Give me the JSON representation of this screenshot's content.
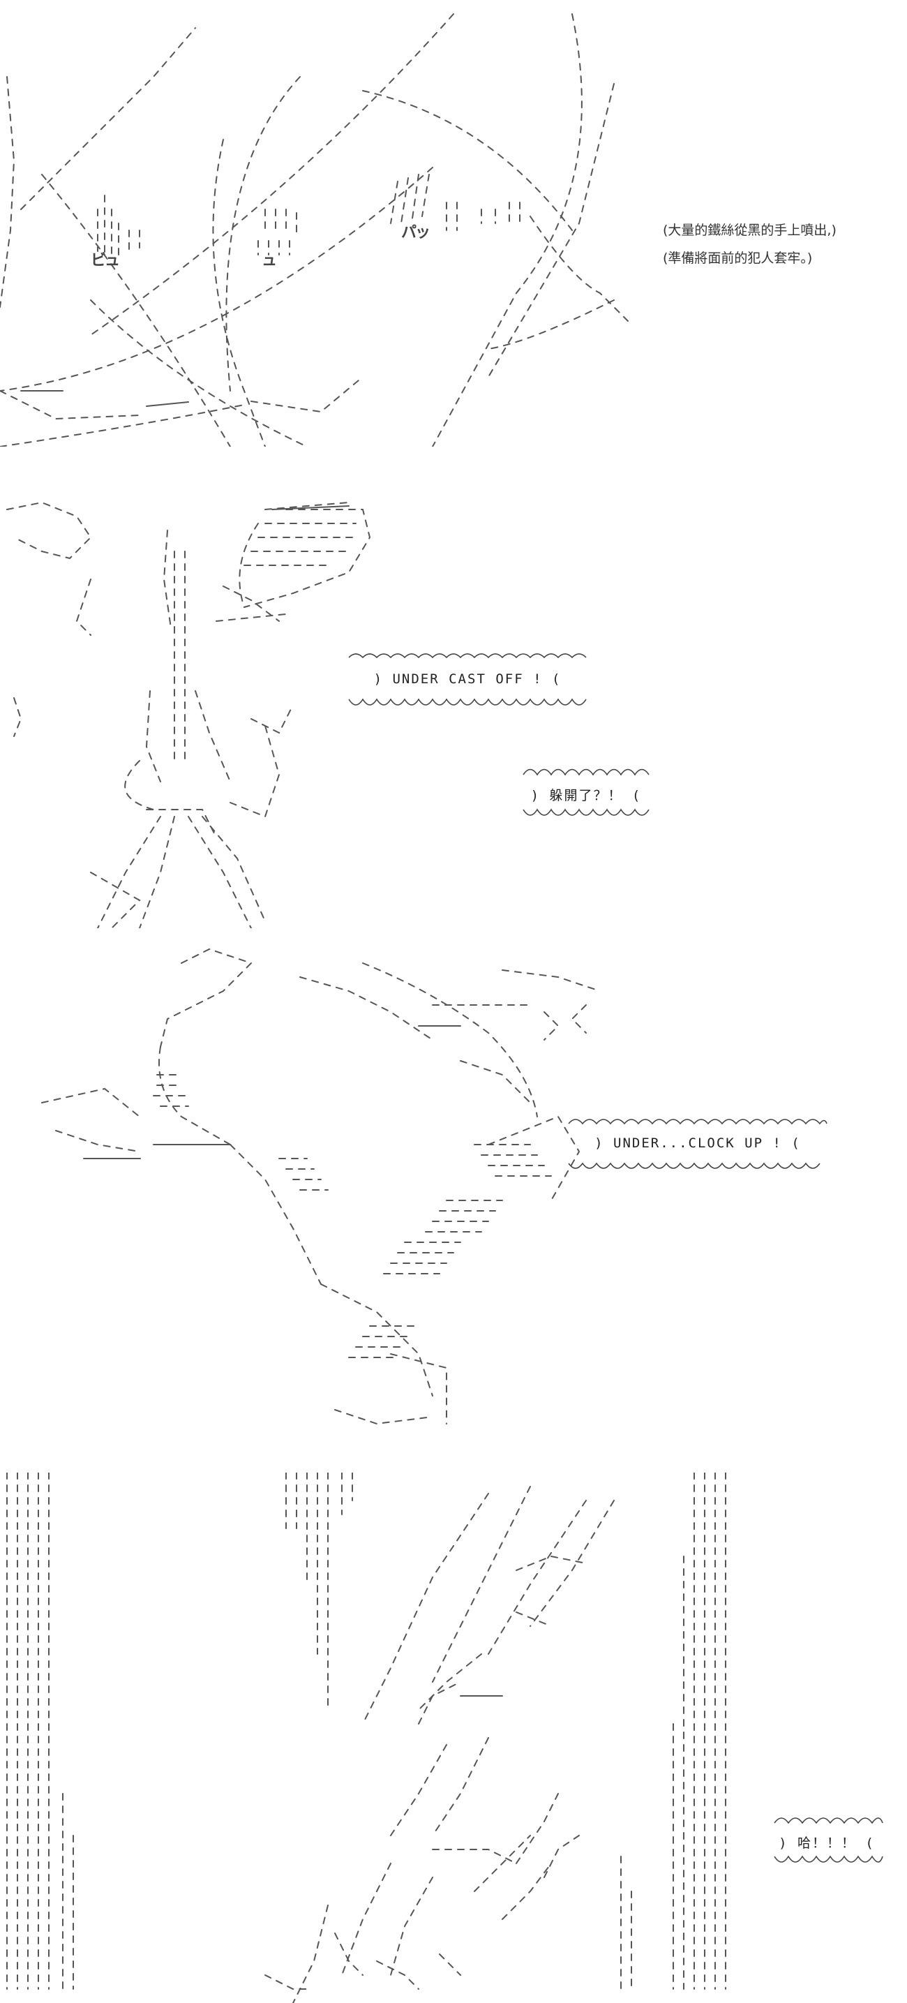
{
  "panel1": {
    "sfx": [
      "ビュ",
      "ュ",
      "パッ"
    ],
    "narration": [
      "(大量的鐵絲從黑的手上噴出,)",
      "(準備將面前的犯人套牢。)"
    ]
  },
  "panel2": {
    "bubble_1": ") UNDER CAST OFF !   (",
    "bubble_2": ") 躲開了？！ ("
  },
  "panel3": {
    "bubble_1": ") UNDER...CLOCK UP !  ("
  },
  "panel4": {
    "bubble_1": ") 哈！！！ ("
  }
}
